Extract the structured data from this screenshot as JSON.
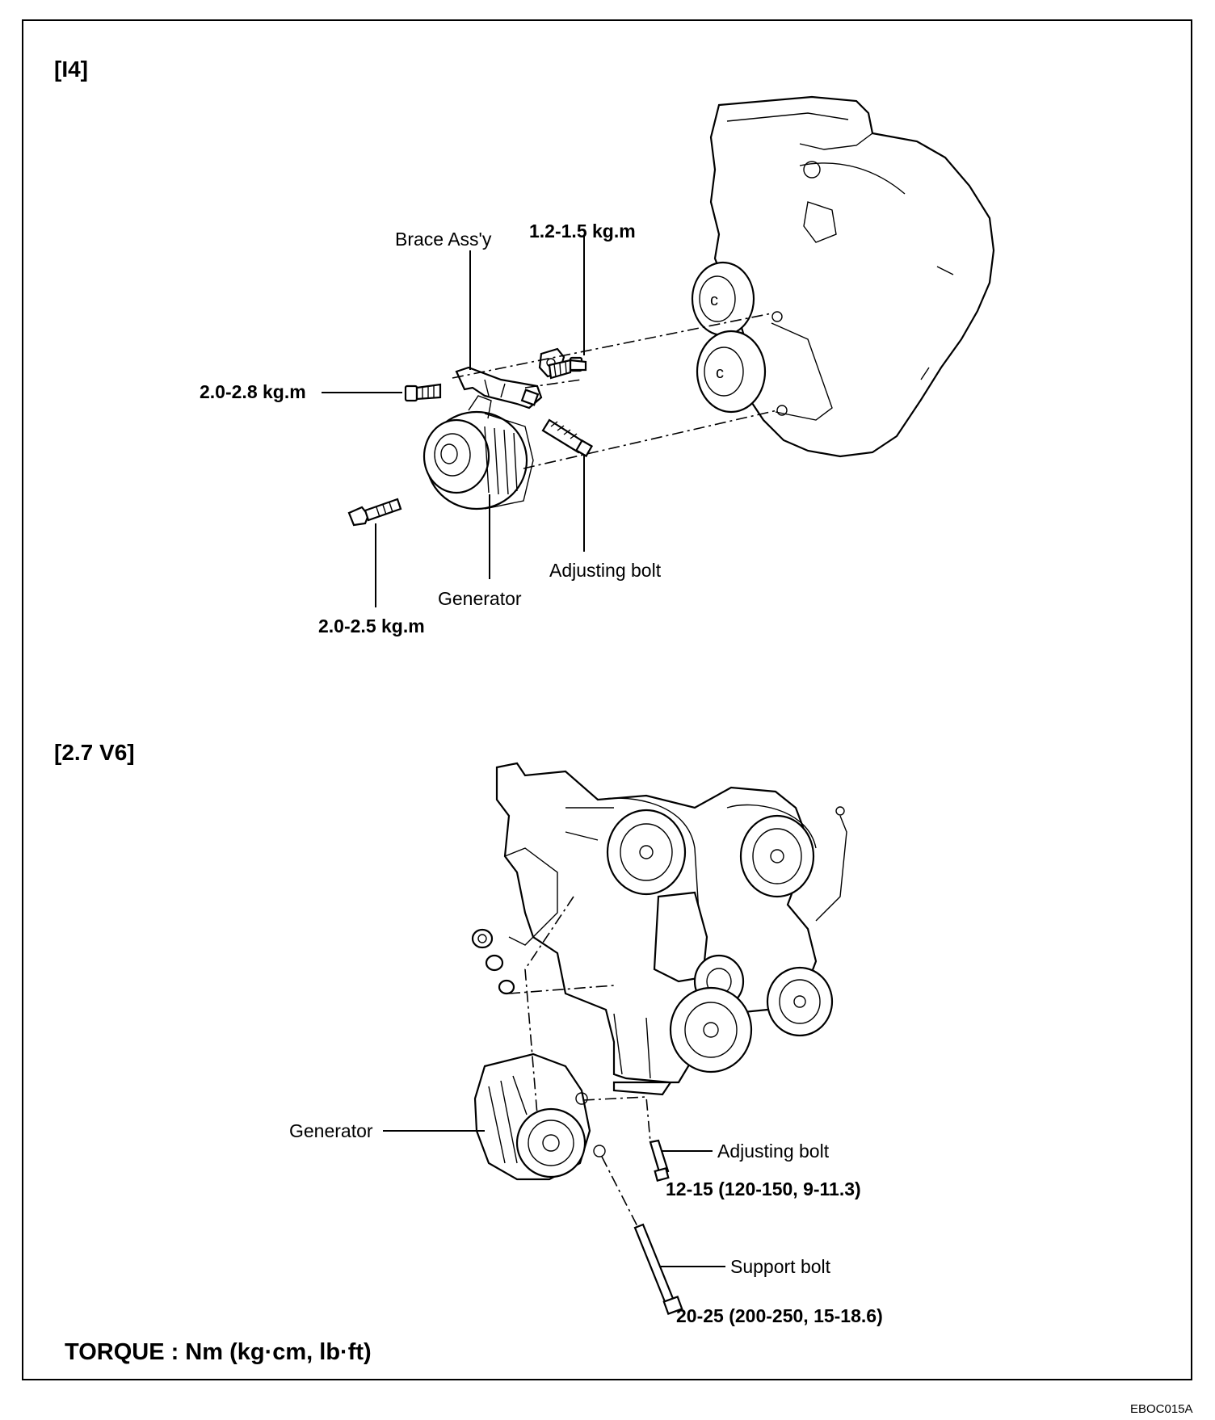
{
  "sections": {
    "i4": {
      "header": "[I4]",
      "labels": {
        "brace_assy": "Brace Ass'y",
        "torque_brace": "1.2-1.5 kg.m",
        "torque_top_bolt": "2.0-2.8 kg.m",
        "adjusting_bolt": "Adjusting bolt",
        "generator": "Generator",
        "torque_lower_bolt": "2.0-2.5 kg.m"
      }
    },
    "v6": {
      "header": "[2.7 V6]",
      "labels": {
        "generator": "Generator",
        "adjusting_bolt": "Adjusting bolt",
        "adjusting_bolt_torque": "12-15 (120-150, 9-11.3)",
        "support_bolt": "Support bolt",
        "support_bolt_torque": "20-25 (200-250, 15-18.6)"
      }
    }
  },
  "footer": {
    "torque_units": "TORQUE : Nm (kg·cm, lb·ft)"
  },
  "figure_code": "EBOC015A"
}
